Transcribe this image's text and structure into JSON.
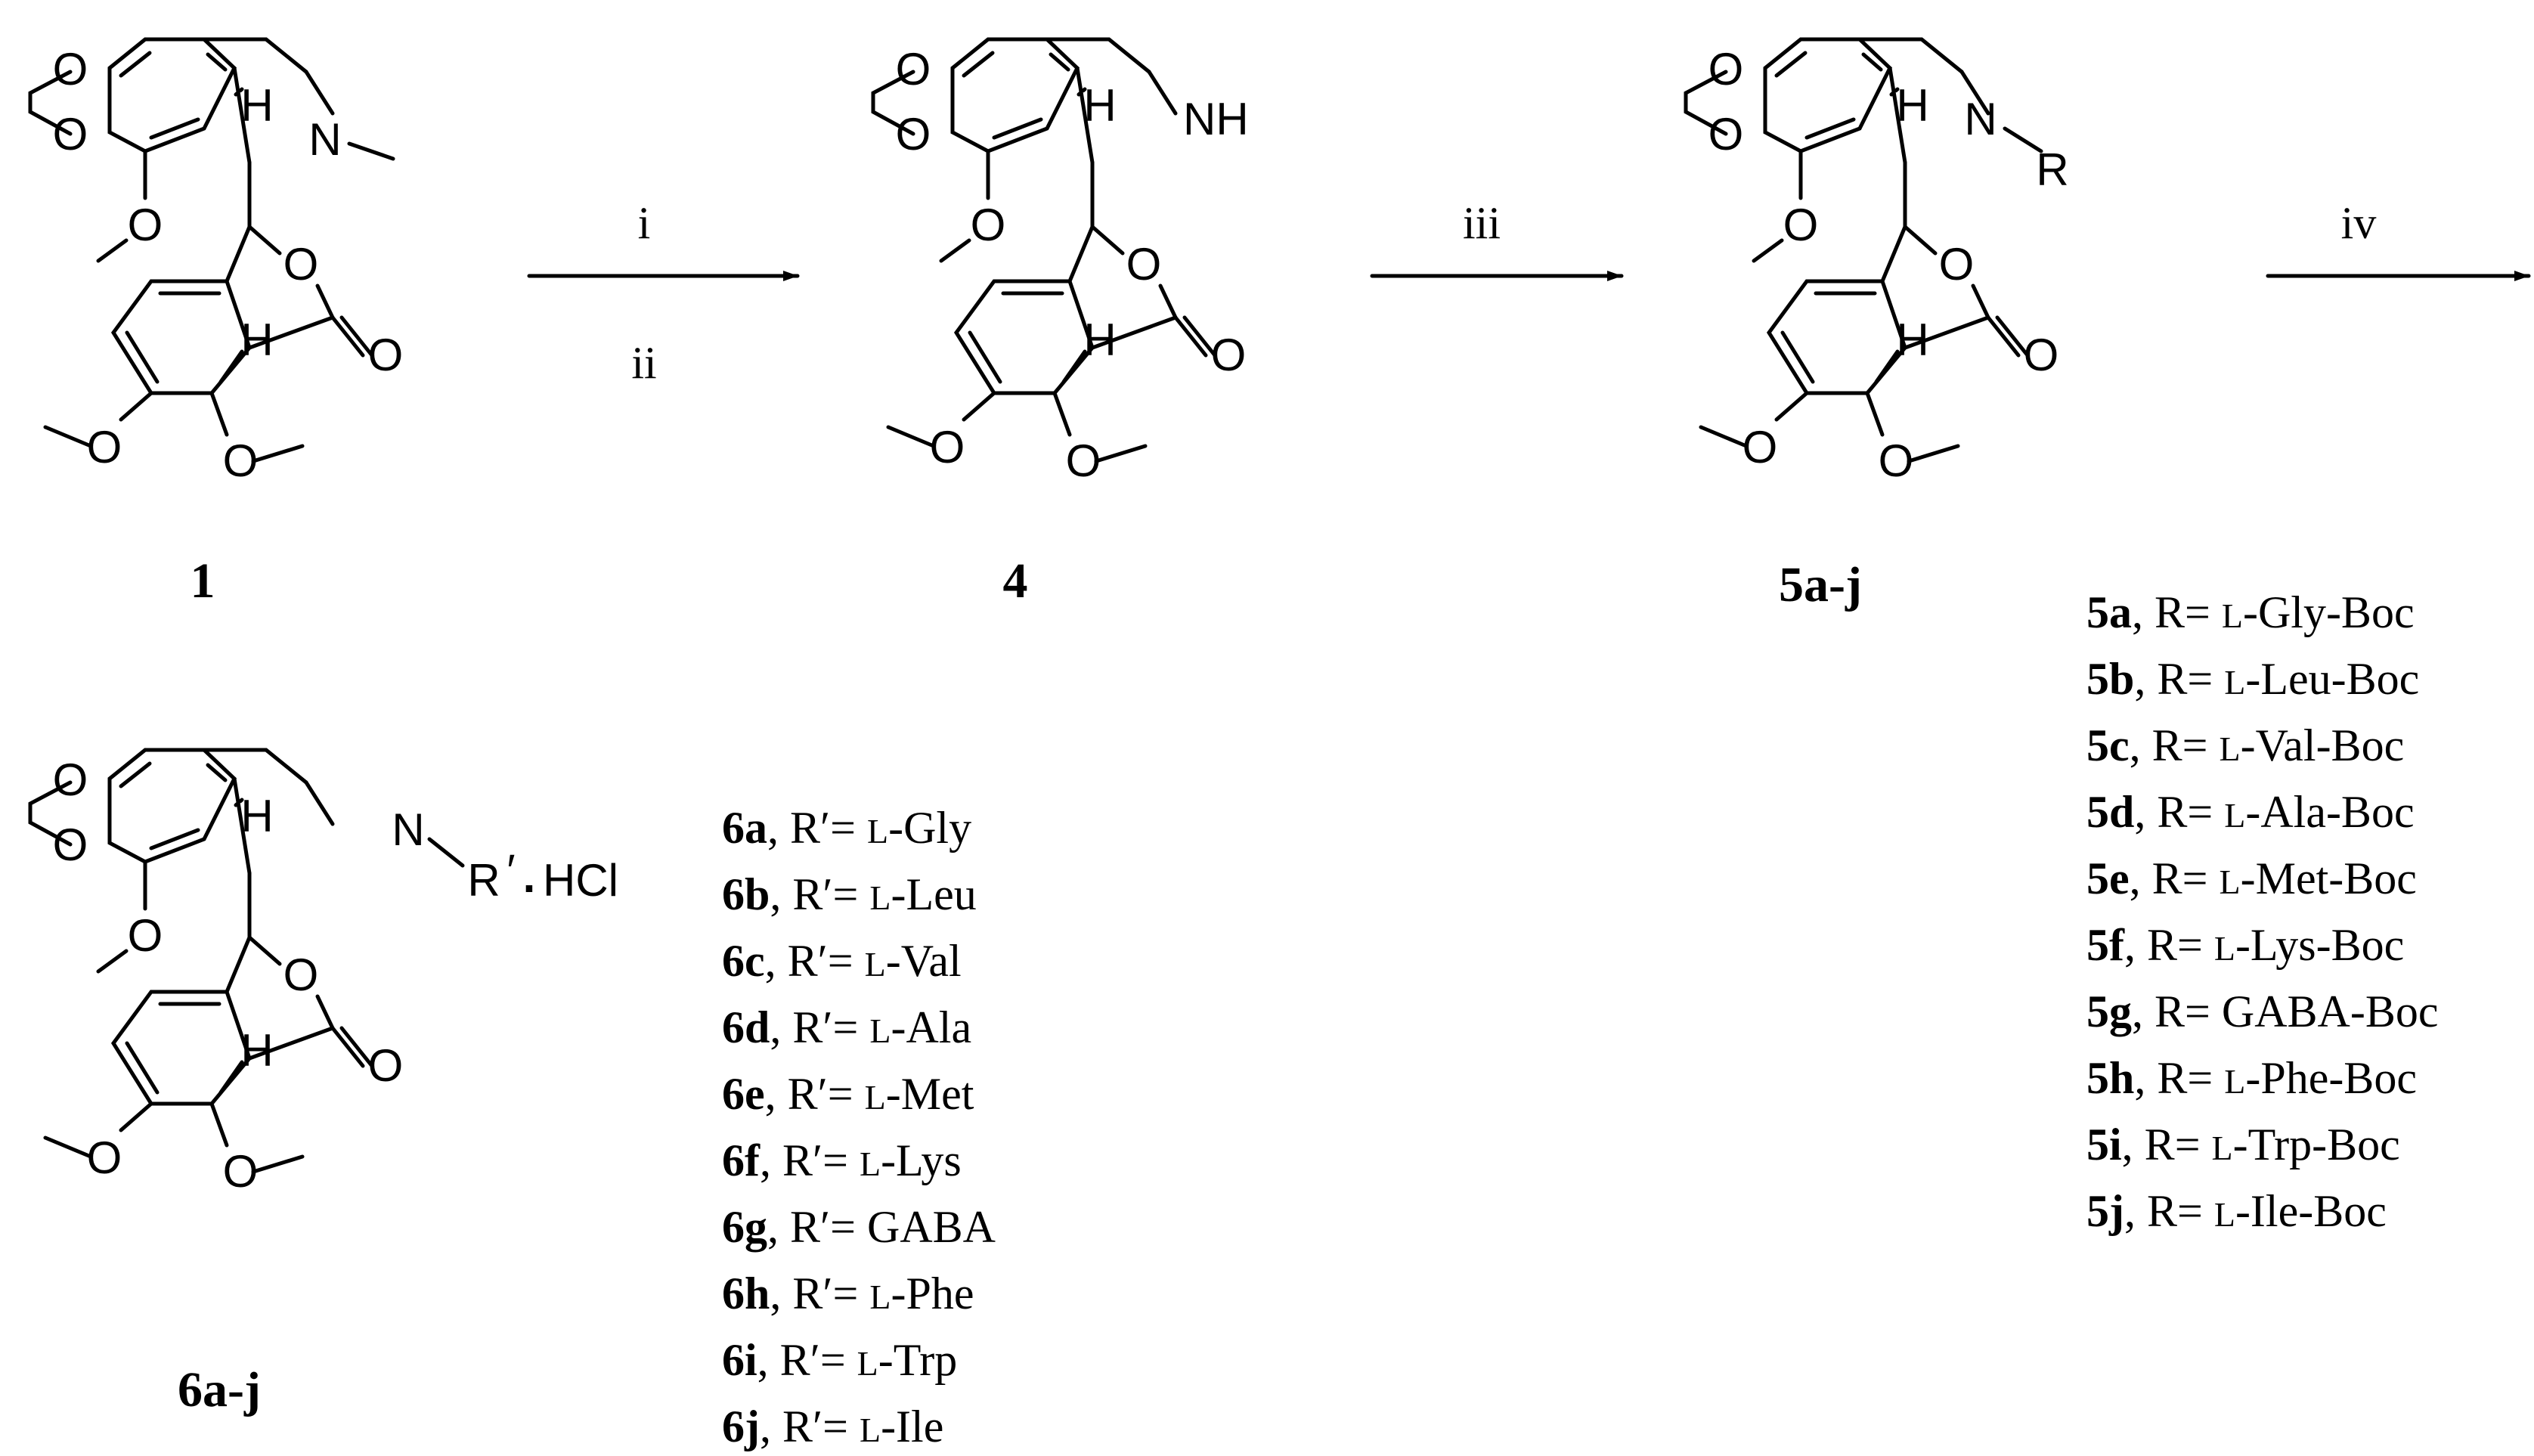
{
  "scheme": {
    "compounds": {
      "c1": "1",
      "c4": "4",
      "c5": "5a-j",
      "c6": "6a-j"
    },
    "reagents": {
      "step1_top": "i",
      "step1_bottom": "ii",
      "step2": "iii",
      "step3": "iv"
    },
    "atoms": {
      "O": "O",
      "N": "N",
      "NH": "NH",
      "H": "H",
      "R": "R",
      "R_prime_hcl_R": "R",
      "R_prime_hcl_prime": "′",
      "R_prime_hcl_dot": ".",
      "R_prime_hcl_salt": "HCl"
    },
    "list5": [
      {
        "id": "5a",
        "pre": ", R= ",
        "sc": "L",
        "name": "-Gly-Boc"
      },
      {
        "id": "5b",
        "pre": ", R= ",
        "sc": "L",
        "name": "-Leu-Boc"
      },
      {
        "id": "5c",
        "pre": ", R= ",
        "sc": "L",
        "name": "-Val-Boc"
      },
      {
        "id": "5d",
        "pre": ", R= ",
        "sc": "L",
        "name": "-Ala-Boc"
      },
      {
        "id": "5e",
        "pre": ", R= ",
        "sc": "L",
        "name": "-Met-Boc"
      },
      {
        "id": "5f",
        "pre": ", R= ",
        "sc": "L",
        "name": "-Lys-Boc"
      },
      {
        "id": "5g",
        "pre": ", R= ",
        "sc": "",
        "name": "GABA-Boc"
      },
      {
        "id": "5h",
        "pre": ", R= ",
        "sc": "L",
        "name": "-Phe-Boc"
      },
      {
        "id": "5i",
        "pre": ", R= ",
        "sc": "L",
        "name": "-Trp-Boc"
      },
      {
        "id": "5j",
        "pre": ", R= ",
        "sc": "L",
        "name": "-Ile-Boc"
      }
    ],
    "list6": [
      {
        "id": "6a",
        "pre": ", R′= ",
        "sc": "L",
        "name": "-Gly"
      },
      {
        "id": "6b",
        "pre": ", R′= ",
        "sc": "L",
        "name": "-Leu"
      },
      {
        "id": "6c",
        "pre": ", R′= ",
        "sc": "L",
        "name": "-Val"
      },
      {
        "id": "6d",
        "pre": ", R′= ",
        "sc": "L",
        "name": "-Ala"
      },
      {
        "id": "6e",
        "pre": ", R′= ",
        "sc": "L",
        "name": "-Met"
      },
      {
        "id": "6f",
        "pre": ", R′= ",
        "sc": "L",
        "name": "-Lys"
      },
      {
        "id": "6g",
        "pre": ", R′= ",
        "sc": "",
        "name": "GABA"
      },
      {
        "id": "6h",
        "pre": ", R′= ",
        "sc": "L",
        "name": "-Phe"
      },
      {
        "id": "6i",
        "pre": ", R′= ",
        "sc": "L",
        "name": "-Trp"
      },
      {
        "id": "6j",
        "pre": ", R′= ",
        "sc": "L",
        "name": "-Ile"
      }
    ]
  }
}
